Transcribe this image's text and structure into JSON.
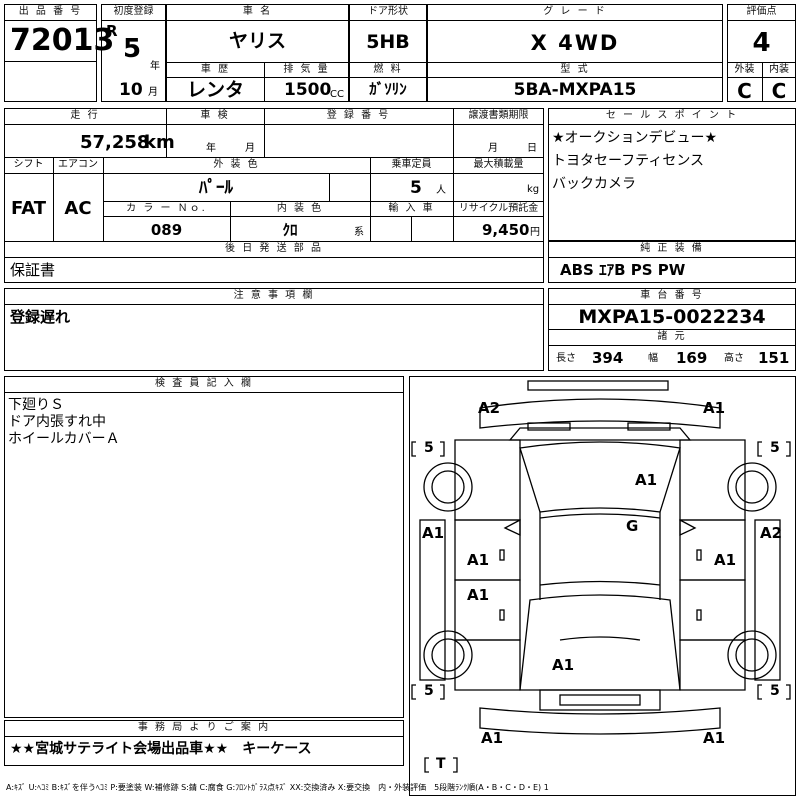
{
  "headers": {
    "lot_no": "出 品 番 号",
    "first_reg": "初度登録",
    "car_name": "車 名",
    "door": "ドア形状",
    "grade": "グ レ ー ド",
    "score": "評価点",
    "history": "車 歴",
    "displacement": "排 気 量",
    "fuel": "燃 料",
    "model": "型 式",
    "exterior": "外装",
    "interior": "内装",
    "mileage": "走 行",
    "inspection": "車 検",
    "reg_no": "登 録 番 号",
    "transfer_deadline": "譲渡書類期限",
    "sales_points": "セ ー ル ス ポ イ ン ト",
    "shift": "シフト",
    "aircon": "エアコン",
    "ext_color": "外 装 色",
    "capacity": "乗車定員",
    "max_load": "最大積載量",
    "color_no": "カ ラ ー Ｎｏ.",
    "int_color": "内 装 色",
    "import": "輸 入 車",
    "recycle": "リサイクル預託金",
    "later_parts": "後 日 発 送 部 品",
    "genuine_equipment": "純 正 装 備",
    "notes": "注 意 事 項 欄",
    "chassis_no": "車 台 番 号",
    "specs": "諸 元",
    "inspector": "検 査 員 記 入 欄",
    "office": "事 務 局 よ り ご 案 内"
  },
  "vehicle": {
    "lot_no": "72013",
    "era": "R",
    "year": "5",
    "year_unit": "年",
    "month": "10",
    "month_unit": "月",
    "car_name": "ヤリス",
    "door": "5HB",
    "grade": "X 4WD",
    "score": "4",
    "history": "レンタ",
    "displacement": "1500",
    "displacement_unit": "CC",
    "fuel": "ｶﾞｿﾘﾝ",
    "model": "5BA-MXPA15",
    "exterior": "C",
    "interior": "C",
    "mileage": "57,258",
    "mileage_unit": "km",
    "insp_year_unit": "年",
    "insp_month_unit": "月",
    "deadline_month_unit": "月",
    "deadline_day_unit": "日",
    "shift": "FAT",
    "aircon": "AC",
    "ext_color": "ﾊﾟｰﾙ",
    "capacity": "5",
    "capacity_unit": "人",
    "load_unit": "kg",
    "color_no": "089",
    "int_color": "ｸﾛ",
    "int_color_unit": "系",
    "recycle": "9,450",
    "recycle_unit": "円",
    "later_parts": "保証書",
    "genuine_equipment": "ABS ｴｱB PS PW",
    "notes": "登録遅れ",
    "chassis_no": "MXPA15-0022234",
    "length_label": "長さ",
    "length": "394",
    "width_label": "幅",
    "width": "169",
    "height_label": "高さ",
    "height": "151",
    "office_msg": "★★宮城サテライト会場出品車★★　キーケース"
  },
  "sales_points": [
    "★オークションデビュー★",
    "トヨタセーフティセンス",
    "バックカメラ"
  ],
  "inspector_notes": [
    "下廻りＳ",
    "ドア内張すれ中",
    "ホイールカバーＡ"
  ],
  "diagram": {
    "marks": {
      "front_bumper_l": "A2",
      "front_bumper_r": "A1",
      "hood": "A1",
      "windshield": "G",
      "fender_l": "A1",
      "fender_r": "A2",
      "front_door_l": "A1",
      "front_door_r": "A1",
      "rear_door_l": "A1",
      "trunk": "A1",
      "rear_bumper_l": "A1",
      "rear_bumper_r": "A1"
    },
    "tires": {
      "fl": "5",
      "fr": "5",
      "rl": "5",
      "rr": "5",
      "spare": "T"
    }
  },
  "legend": "A:ｷｽﾞ U:ﾍｺﾐ B:ｷｽﾞを伴うﾍｺﾐ P:要塗装 W:補修跡 S:錆 C:腐食 G:ﾌﾛﾝﾄｶﾞﾗｽ点ｷｽﾞ XX:交換済み X:要交換　内・外装評価　5段階ﾗﾝｸ順(A・B・C・D・E) 1"
}
